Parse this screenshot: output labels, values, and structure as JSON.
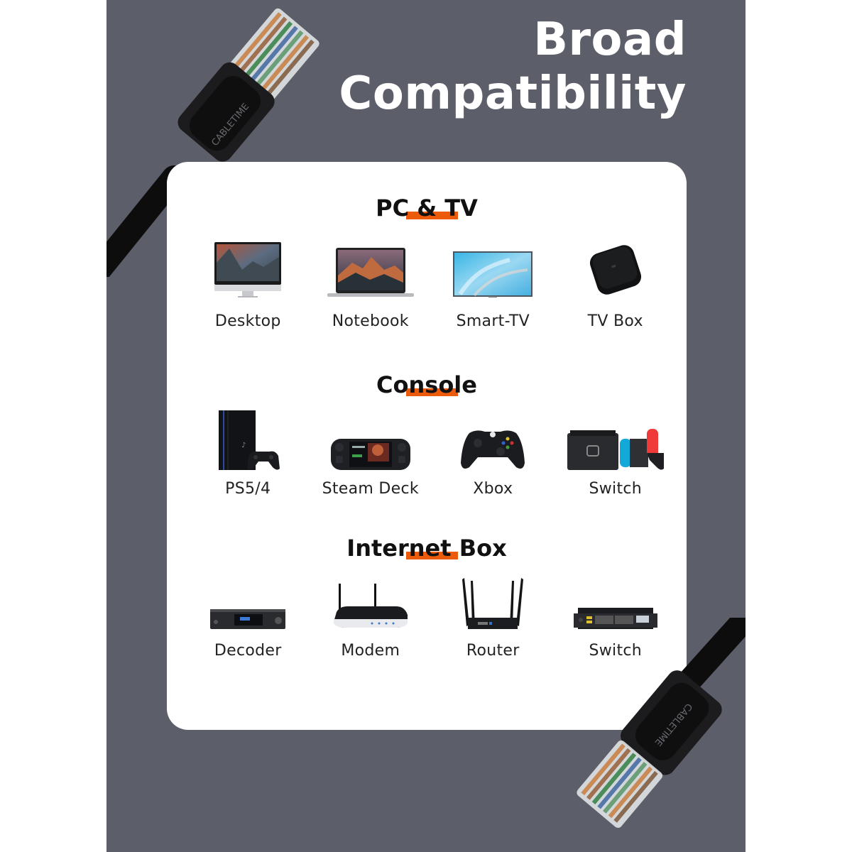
{
  "header": {
    "title_line1": "Broad",
    "title_line2": "Compatibility"
  },
  "cable": {
    "brand": "CABLETIME"
  },
  "colors": {
    "panel_bg": "#5c5e69",
    "card_bg": "#ffffff",
    "accent_orange": "#ec5a0c",
    "title_text": "#ffffff",
    "body_text": "#222222"
  },
  "sections": [
    {
      "title": "PC & TV",
      "items": [
        {
          "label": "Desktop",
          "icon": "imac-desktop-icon"
        },
        {
          "label": "Notebook",
          "icon": "laptop-icon"
        },
        {
          "label": "Smart-TV",
          "icon": "smart-tv-icon"
        },
        {
          "label": "TV Box",
          "icon": "tv-box-icon"
        }
      ]
    },
    {
      "title": "Console",
      "items": [
        {
          "label": "PS5/4",
          "icon": "playstation-icon"
        },
        {
          "label": "Steam Deck",
          "icon": "steam-deck-icon"
        },
        {
          "label": "Xbox",
          "icon": "xbox-controller-icon"
        },
        {
          "label": "Switch",
          "icon": "nintendo-switch-icon"
        }
      ]
    },
    {
      "title": "Internet Box",
      "items": [
        {
          "label": "Decoder",
          "icon": "decoder-icon"
        },
        {
          "label": "Modem",
          "icon": "modem-icon"
        },
        {
          "label": "Router",
          "icon": "router-icon"
        },
        {
          "label": "Switch",
          "icon": "network-switch-icon"
        }
      ]
    }
  ]
}
